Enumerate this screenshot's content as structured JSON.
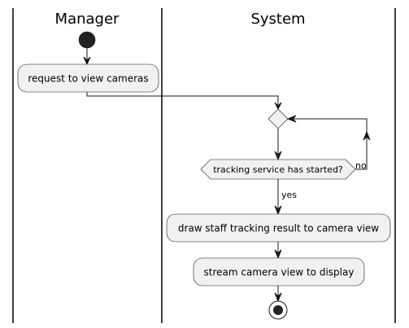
{
  "swimlanes": [
    {
      "title": "Manager"
    },
    {
      "title": "System"
    }
  ],
  "nodes": {
    "request": {
      "label": "request to view cameras"
    },
    "condition": {
      "label": "tracking service has started?"
    },
    "draw": {
      "label": "draw staff tracking result to camera view"
    },
    "stream": {
      "label": "stream camera view to display"
    }
  },
  "edges": {
    "no_label": "no",
    "yes_label": "yes"
  },
  "colors": {
    "background": "#ffffff",
    "box_fill": "#f1f1f1",
    "stroke": "#181818",
    "start_fill": "#222222"
  }
}
